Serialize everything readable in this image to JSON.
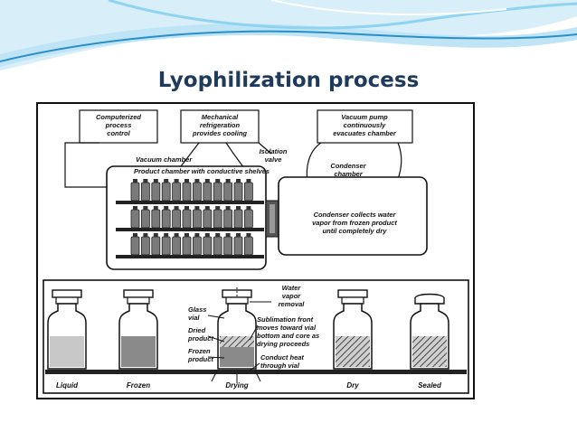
{
  "slide": {
    "title": "Lyophilization process",
    "nav_symbol": "«"
  },
  "diagram": {
    "callouts": {
      "computer": [
        "Computerized",
        "process",
        "control"
      ],
      "refrigeration": [
        "Mechanical",
        "refrigeration",
        "provides cooling"
      ],
      "pump": [
        "Vacuum pump",
        "continuously",
        "evacuates chamber"
      ]
    },
    "labels": {
      "vacuum_chamber": "Vacuum chamber",
      "product_chamber": "Product chamber with conductive shelves",
      "isolation_valve": [
        "Isolation",
        "valve"
      ],
      "condenser_chamber": [
        "Condenser",
        "chamber"
      ],
      "condenser_text": [
        "Condenser collects water",
        "vapor from frozen product",
        "until completely dry"
      ]
    },
    "vial_annotations": {
      "glass_vial": [
        "Glass",
        "vial"
      ],
      "dried_product": [
        "Dried",
        "product"
      ],
      "frozen_product": [
        "Frozen",
        "product"
      ],
      "water_vapor": [
        "Water",
        "vapor",
        "removal"
      ],
      "sublimation": [
        "Sublimation front",
        "moves toward vial",
        "bottom and core as",
        "drying proceeds"
      ],
      "conduct_heat": [
        "Conduct heat",
        "through vial"
      ]
    },
    "stages": [
      "Liquid",
      "Frozen",
      "Drying",
      "Dry",
      "Sealed"
    ]
  },
  "colors": {
    "title": "#1f3a5c",
    "swoosh_dark": "#2a8fc8",
    "swoosh_light": "#8fd3f2",
    "frozen_fill": "#8a8a8a",
    "liquid_fill": "#c8c8c8"
  }
}
